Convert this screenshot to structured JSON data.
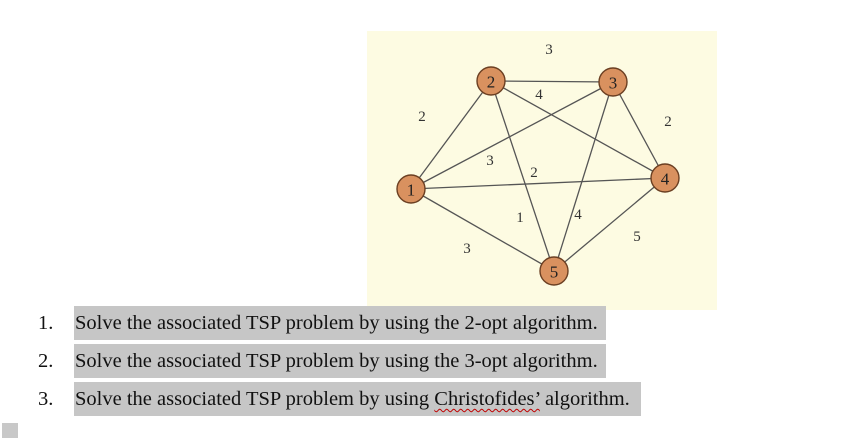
{
  "graph": {
    "nodes": [
      {
        "id": "n1",
        "label": "1"
      },
      {
        "id": "n2",
        "label": "2"
      },
      {
        "id": "n3",
        "label": "3"
      },
      {
        "id": "n4",
        "label": "4"
      },
      {
        "id": "n5",
        "label": "5"
      }
    ],
    "edges": [
      {
        "from": "1",
        "to": "2",
        "weight": "2"
      },
      {
        "from": "1",
        "to": "3",
        "weight": "3"
      },
      {
        "from": "1",
        "to": "4",
        "weight": "2"
      },
      {
        "from": "1",
        "to": "5",
        "weight": "3"
      },
      {
        "from": "2",
        "to": "3",
        "weight": "3"
      },
      {
        "from": "2",
        "to": "4",
        "weight": "4"
      },
      {
        "from": "2",
        "to": "5",
        "weight": "1"
      },
      {
        "from": "3",
        "to": "4",
        "weight": "2"
      },
      {
        "from": "3",
        "to": "5",
        "weight": "4"
      },
      {
        "from": "4",
        "to": "5",
        "weight": "5"
      }
    ],
    "background_color": "#fdfbe2",
    "node_fill_color": "#d9915f"
  },
  "questions": [
    {
      "number": "1.",
      "text": "Solve the associated TSP problem by using the 2-opt algorithm."
    },
    {
      "number": "2.",
      "text": "Solve the associated TSP problem by using the 3-opt algorithm."
    },
    {
      "number": "3.",
      "text_before": "Solve the associated TSP problem by using ",
      "text_marked": "Christofides’",
      "text_after": " algorithm."
    }
  ],
  "highlight_color": "#c6c6c6"
}
